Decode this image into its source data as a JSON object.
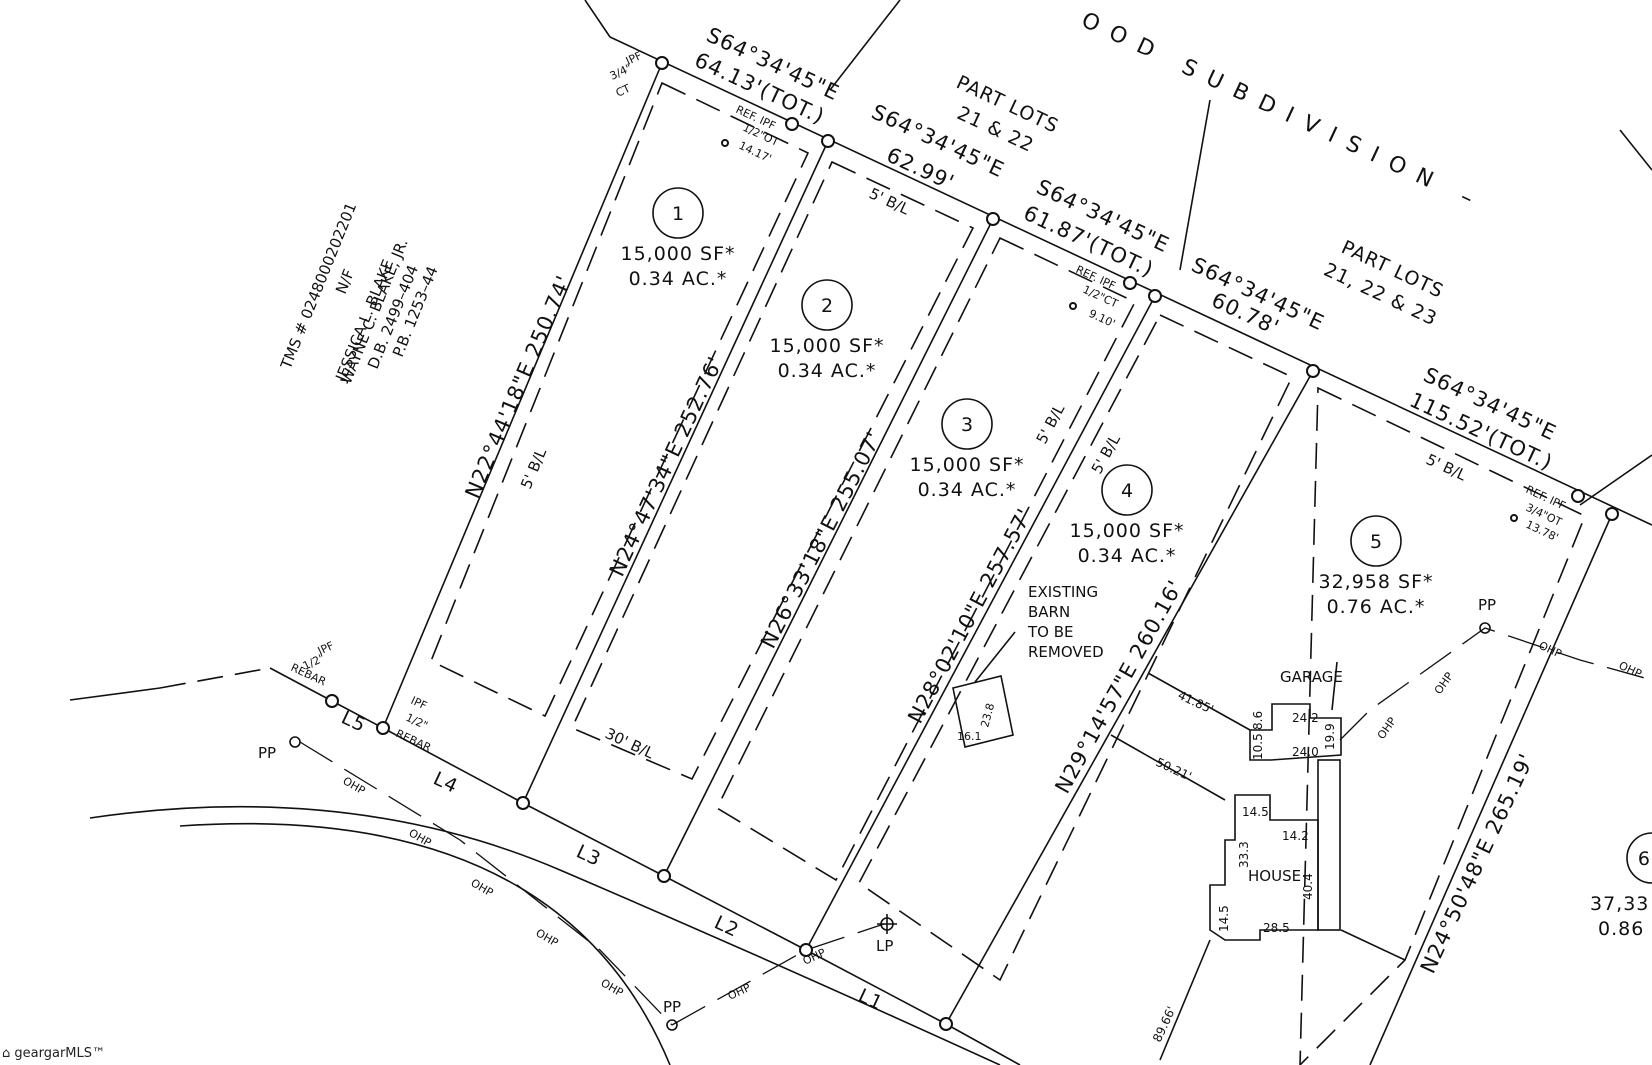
{
  "subdivision_text": "OOD SUBDIVISION –",
  "part_lots": {
    "line1": "PART LOTS",
    "line2_a": "21 & 22",
    "line2_b": "21, 22 & 23"
  },
  "adjacent_owner": {
    "tms": "TMS # 0248000202201",
    "nf": "N/F",
    "name1": "JESSICA L. BLAKE",
    "name2": "WAYNE C. BLAKE, JR.",
    "db": "D.B. 2499–404",
    "pb": "P.B. 1253–44"
  },
  "lots": [
    {
      "num": "1",
      "sf": "15,000 SF*",
      "ac": "0.34 AC.*"
    },
    {
      "num": "2",
      "sf": "15,000 SF*",
      "ac": "0.34 AC.*"
    },
    {
      "num": "3",
      "sf": "15,000 SF*",
      "ac": "0.34 AC.*"
    },
    {
      "num": "4",
      "sf": "15,000 SF*",
      "ac": "0.34 AC.*"
    },
    {
      "num": "5",
      "sf": "32,958 SF*",
      "ac": "0.76 AC.*"
    },
    {
      "num": "6",
      "sf": "37,33",
      "ac": "0.86"
    }
  ],
  "top_bearings": [
    {
      "bearing": "S64°34'45\"E",
      "dist": "64.13'(TOT.)"
    },
    {
      "bearing": "S64°34'45\"E",
      "dist": "62.99'"
    },
    {
      "bearing": "S64°34'45\"E",
      "dist": "61.87'(TOT.)"
    },
    {
      "bearing": "S64°34'45\"E",
      "dist": "60.78'"
    },
    {
      "bearing": "S64°34'45\"E",
      "dist": "115.52'(TOT.)"
    }
  ],
  "side_bearings": [
    "N22°44'18\"E  250.74'",
    "N24°47'34\"E  252.76'",
    "N26°33'18\"E  255.07'",
    "N28°02'10\"E  257.57'",
    "N29°14'57\"E  260.16'",
    "N24°50'48\"E  265.19'"
  ],
  "setbacks": {
    "five": "5' B/L",
    "thirty": "30' B/L"
  },
  "pins": {
    "ipf_ct": [
      "IPF",
      "3/4\"",
      "CT"
    ],
    "ref_ot_1": [
      "REF. IPF",
      "1/2\"OT",
      "14.17'"
    ],
    "ref_ct_3": [
      "REF. IPF",
      "1/2\"CT",
      "9.10'"
    ],
    "ref_ot_5": [
      "REF. IPF",
      "3/4\"OT",
      "13.78'"
    ],
    "ipf_rebar_a": [
      "IPF",
      "1/2\"",
      "REBAR"
    ],
    "ipf_rebar_b": [
      "IPF",
      "1/2\"",
      "REBAR"
    ]
  },
  "front_lines": [
    "L5",
    "L4",
    "L3",
    "L2",
    "L1"
  ],
  "barn": {
    "lines": [
      "EXISTING",
      "BARN",
      "TO BE",
      "REMOVED"
    ],
    "dim1": "16.1",
    "dim2": "23.8"
  },
  "garage": {
    "label": "GARAGE",
    "dims": [
      "8.6",
      "24.2",
      "19.9",
      "10.5",
      "24.0"
    ]
  },
  "house": {
    "label": "HOUSE",
    "dims": [
      "14.5",
      "14.2",
      "33.3",
      "40.4",
      "14.5",
      "28.5"
    ]
  },
  "offsets": [
    "41.85'",
    "50.21'",
    "89.66'"
  ],
  "utilities": {
    "pp": "PP",
    "lp": "LP",
    "ohp": "OHP"
  },
  "watermark": "geargarMLS™"
}
